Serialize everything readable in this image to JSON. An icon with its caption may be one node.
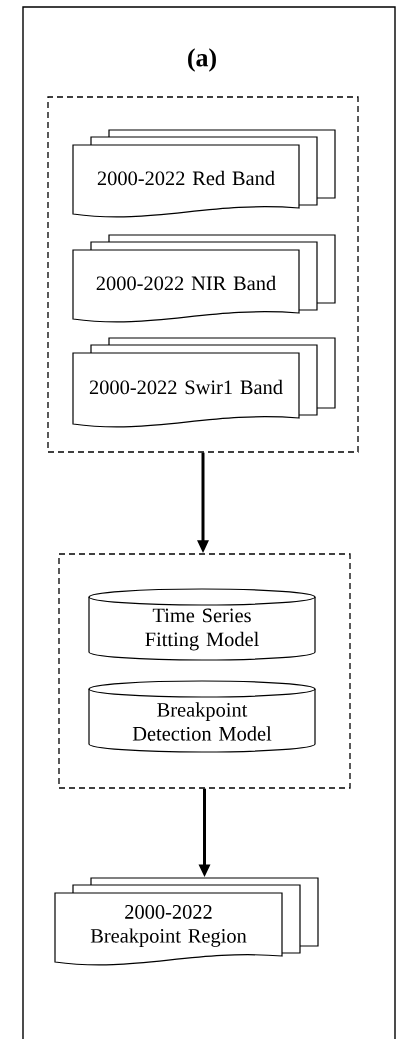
{
  "diagram": {
    "title": "(a)",
    "nodes": [
      {
        "text": [],
        "shape": "box"
      },
      {
        "text": [
          "2000-2022 Red Band"
        ],
        "in": 0
      },
      {
        "text": [
          "2000-2022 NIR Band"
        ],
        "in": 0
      },
      {
        "text": [
          "2000-2022 Swir1 Band"
        ],
        "in": 0
      },
      {
        "text": [],
        "shape": "box"
      },
      {
        "text": [
          "Time Series Fitting Model"
        ],
        "in": 4
      },
      {
        "text": [
          "Breakpoint Detection Model"
        ],
        "in": 4
      },
      {
        "text": [
          "2000-2022 Breakpoint Region"
        ]
      }
    ],
    "edges": [
      {
        "from": 0,
        "to": 4,
        "arrow": "to"
      },
      {
        "from": 4,
        "to": 7,
        "arrow": "to"
      }
    ]
  }
}
